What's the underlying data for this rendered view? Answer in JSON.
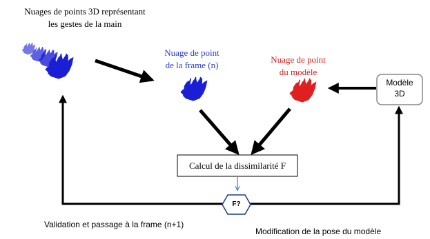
{
  "labels": {
    "point_clouds_title_line1": "Nuages de points 3D représentant",
    "point_clouds_title_line2": "les gestes de la main",
    "frame_cloud_line1": "Nuage de point",
    "frame_cloud_line2": "de la frame (n)",
    "model_cloud_line1": "Nuage de point",
    "model_cloud_line2": "du modèle",
    "model_3d_line1": "Modèle",
    "model_3d_line2": "3D",
    "dissimilarity": "Calcul de la dissimilarité F",
    "decision": "F?",
    "validation": "Validation et passage à la frame (n+1)",
    "modification": "Modification de la pose du modèle"
  },
  "colors": {
    "hand_frame": "#1a1fd6",
    "hand_model": "#e02020",
    "label_blue": "#2a3bc8",
    "label_red": "#d42020",
    "arrow": "#000000",
    "small_arrow": "#4a78c8"
  },
  "icons": {
    "hand_sequence": "hand-point-cloud-sequence-icon",
    "hand_frame": "hand-point-cloud-icon",
    "hand_model": "hand-model-point-cloud-icon"
  }
}
